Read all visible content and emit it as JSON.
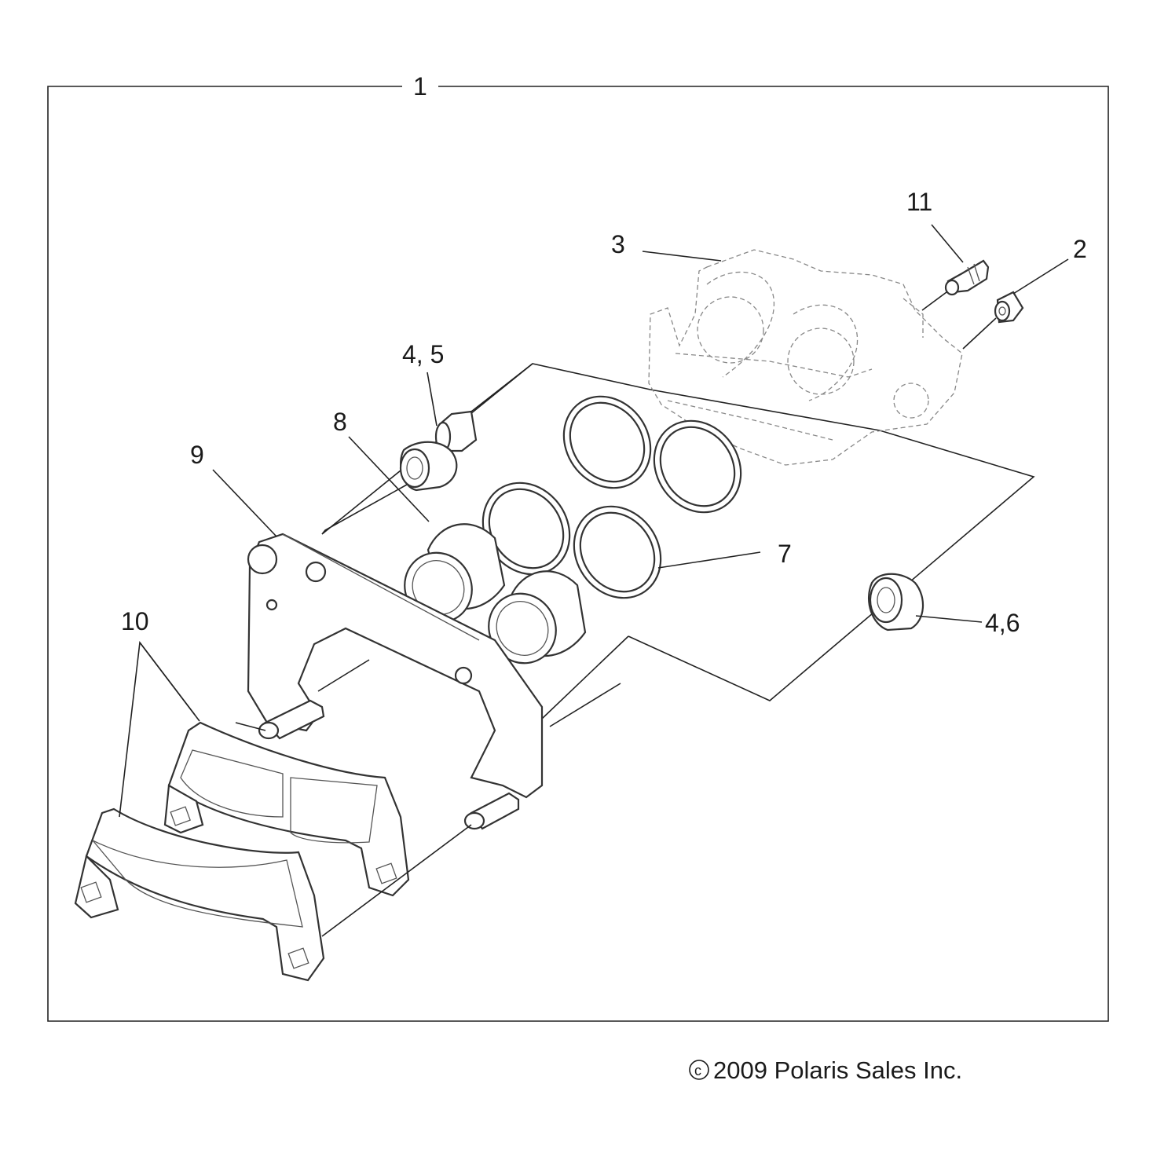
{
  "diagram": {
    "callouts": {
      "c1": "1",
      "c2": "2",
      "c3": "3",
      "c45": "4, 5",
      "c46": "4,6",
      "c7": "7",
      "c8": "8",
      "c9": "9",
      "c10": "10",
      "c11": "11"
    },
    "copyright": "2009 Polaris Sales Inc.",
    "copyright_symbol": "c"
  }
}
